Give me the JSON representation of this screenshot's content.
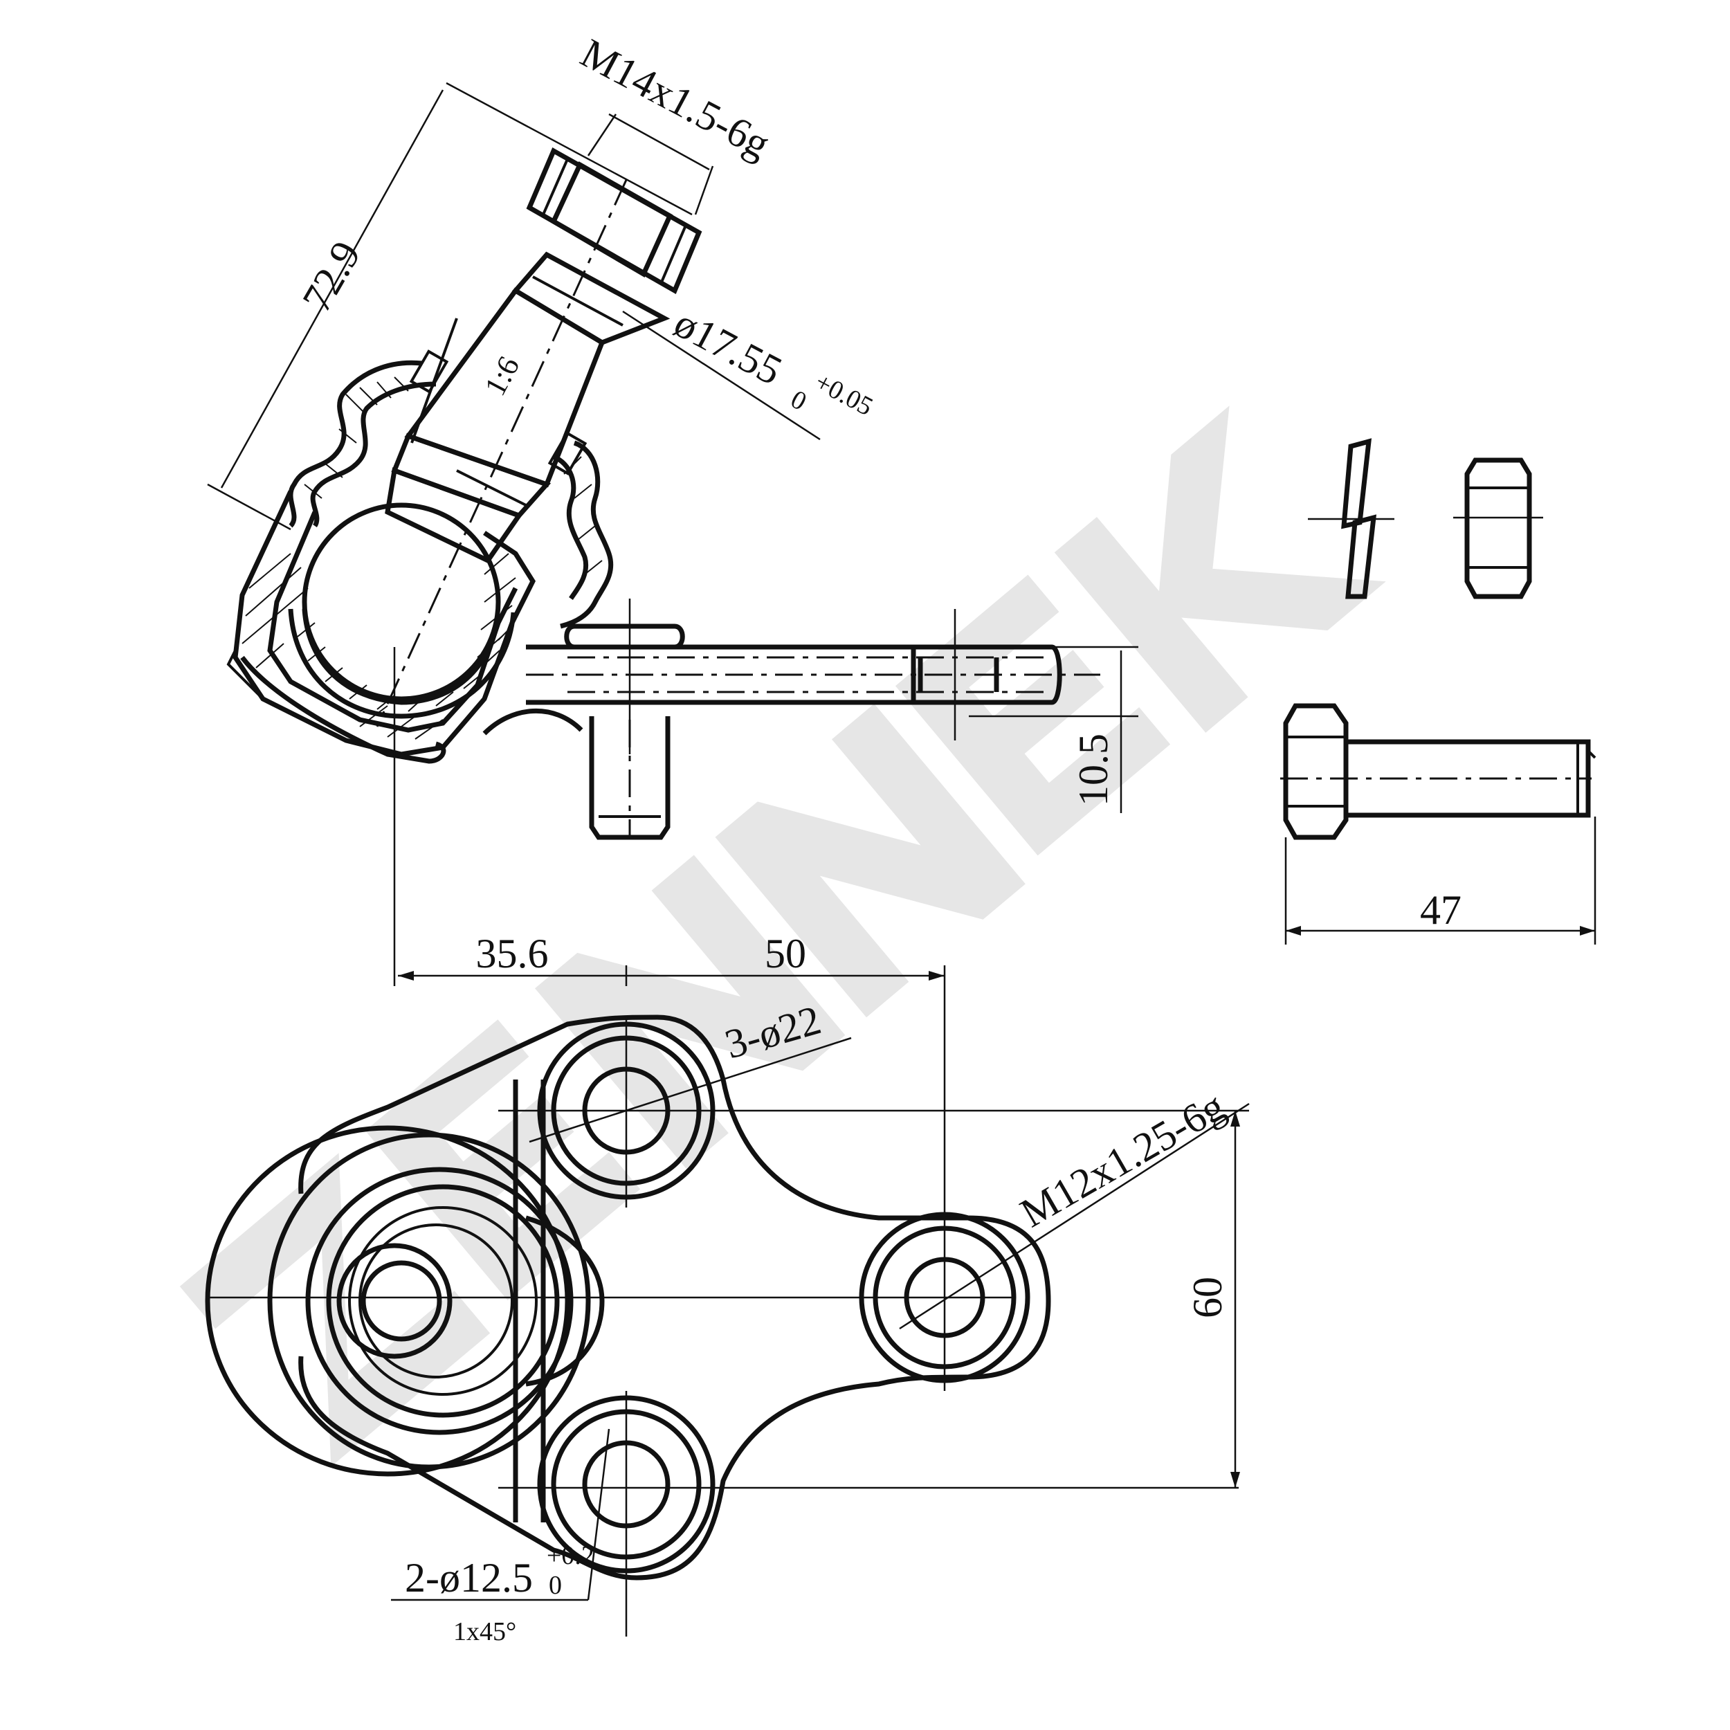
{
  "watermark": {
    "text": "ZENNEK",
    "color": "#e6e6e6"
  },
  "dimensions": {
    "thread_top": "M14x1.5-6g",
    "length_stud": "72.9",
    "taper_dia": "ø17.55",
    "taper_tol_upper": "+0.05",
    "taper_tol_lower": "0",
    "taper_ratio": "1:6",
    "offset_height": "10.5",
    "bolt_length": "47",
    "horiz_left": "35.6",
    "horiz_right": "50",
    "holes_large": "3-ø22",
    "thread_side": "M12x1.25-6g",
    "vertical_span": "60",
    "holes_small": "2-ø12.5",
    "holes_small_tol_upper": "+0.2",
    "holes_small_tol_lower": "0",
    "chamfer": "1x45°"
  }
}
